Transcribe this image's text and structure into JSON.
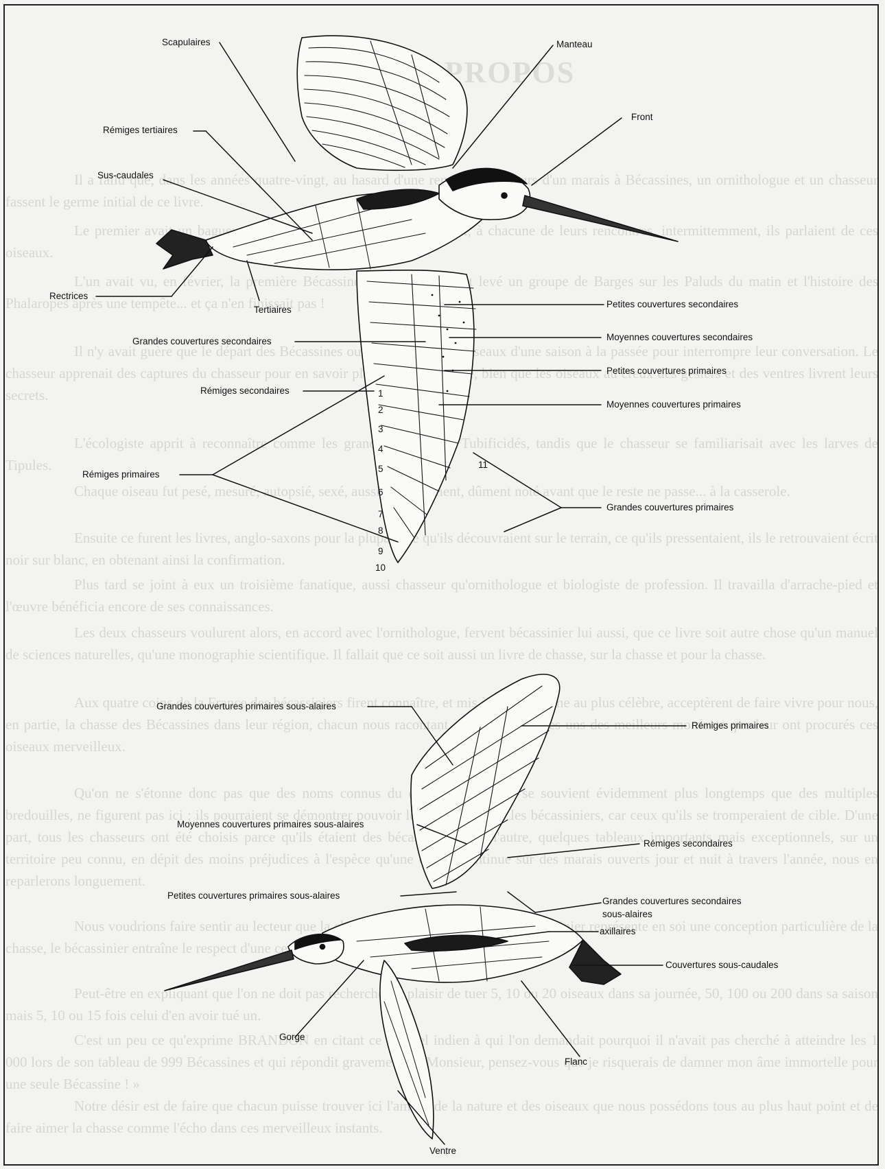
{
  "background_text": {
    "title": "AVANT-PROPOS",
    "paragraphs": [
      "Il a fallu que, dans les années quatre-vingt, au hasard d'une rencontre au cours d'un marais à Bécassines, un ornithologue et un chasseur fassent le germe initial de ce livre.",
      "Le premier avait un bagueur haut-savoyard, de la même année, et, à chacune de leurs rencontres, intermittemment, ils parlaient de ces oiseaux.",
      "L'un avait vu, en février, la première Bécassine bêler, l'autre avait levé un groupe de Barges sur les Paluds du matin et l'histoire des Phalaropes après une tempête... et ça n'en finissait pas !",
      "Il n'y avait guère que le départ des Bécassines ou l'arrivée des Bécasseaux d'une saison à la passée pour interrompre leur conversation. Le chasseur apprenait des captures du chasseur pour en savoir plus sur la Bécassine, bien que les oiseaux au creux des gésiers et des ventres livrent leurs secrets.",
      "L'écologiste apprit à reconnaître comme les grandes masses de Tubificidés, tandis que le chasseur se familiarisait avec les larves de Tipules.",
      "Chaque oiseau fut pesé, mesuré, autopsié, sexé, aussi promptement, dûment noté avant que le reste ne passe... à la casserole.",
      "Ensuite ce furent les livres, anglo-saxons pour la plupart, ce qu'ils découvraient sur le terrain, ce qu'ils pressentaient, ils le retrouvaient écrit noir sur blanc, en obtenant ainsi la confirmation.",
      "Plus tard se joint à eux un troisième fanatique, aussi chasseur qu'ornithologue et biologiste de profession. Il travailla d'arrache-pied et l'œuvre bénéficia encore de ses connaissances.",
      "Les deux chasseurs voulurent alors, en accord avec l'ornithologue, fervent bécassinier lui aussi, que ce livre soit autre chose qu'un manuel de sciences naturelles, qu'une monographie scientifique. Il fallait que ce soit aussi un livre de chasse, sur la chasse et pour la chasse.",
      "Aux quatre coins de la France des bécassiniers firent connaître, et mis à part anonyme au plus célèbre, acceptèrent de faire vivre pour nous, en partie, la chasse des Bécassines dans leur région, chacun nous racontant en prime quelques-uns des meilleurs moments que leur ont procurés ces oiseaux merveilleux.",
      "Qu'on ne s'étonne donc pas que des noms connus du commun, dont on se souvient évidemment plus longtemps que des multiples bredouilles, ne figurent pas ici ; ils pourraient se démontrer pouvoir les utiliser contre les bécassiniers, car ceux qu'ils se tromperaient de cible. D'une part, tous les chasseurs ont été choisis parce qu'ils étaient des bécassiniers ; de l'autre, quelques tableaux importants mais exceptionnels, sur un territoire peu connu, en dépit des moins préjudices à l'espèce qu'une chasse continue sur des marais ouverts jour et nuit à travers l'année, nous en reparlerons longuement.",
      "Nous voudrions faire sentir au lecteur que la chasse que, comme le fait d'être bécassinier représente en soi une conception particulière de la chasse, le bécassinier entraîne le respect d'une certaine éthique. Comment la définir ?",
      "Peut-être en expliquant que l'on ne doit pas rechercher le plaisir de tuer 5, 10 ou 20 oiseaux dans sa journée, 50, 100 ou 200 dans sa saison mais 5, 10 ou 15 fois celui d'en avoir tué un.",
      "C'est un peu ce qu'exprime BRANDON en citant ce colonel indien à qui l'on demandait pourquoi il n'avait pas cherché à atteindre les 1 000 lors de son tableau de 999 Bécassines et qui répondit gravement : « Monsieur, pensez-vous que je risquerais de damner mon âme immortelle pour une seule Bécassine ! »",
      "Notre désir est de faire que chacun puisse trouver ici l'amour de la nature et des oiseaux que nous possédons tous au plus haut point et de faire aimer la chasse comme l'écho dans ces merveilleux instants."
    ]
  },
  "upper_view": {
    "labels": {
      "scapulaires": "Scapulaires",
      "manteau": "Manteau",
      "remiges_tertiaires": "Rémiges tertiaires",
      "front": "Front",
      "sus_caudales": "Sus-caudales",
      "rectrices": "Rectrices",
      "tertiaires": "Tertiaires",
      "petites_couv_secondaires": "Petites couvertures secondaires",
      "grandes_couv_secondaires": "Grandes couvertures secondaires",
      "moyennes_couv_secondaires": "Moyennes couvertures secondaires",
      "petites_couv_primaires": "Petites couvertures primaires",
      "remiges_secondaires": "Rémiges secondaires",
      "moyennes_couv_primaires": "Moyennes couvertures primaires",
      "remiges_primaires": "Rémiges primaires",
      "grandes_couv_primaires": "Grandes couvertures primaires"
    },
    "feather_numbers": [
      "1",
      "2",
      "3",
      "4",
      "5",
      "6",
      "7",
      "8",
      "9",
      "10",
      "11"
    ]
  },
  "lower_view": {
    "labels": {
      "grandes_couv_primaires_sous_alaires": "Grandes couvertures primaires sous-alaires",
      "remiges_primaires": "Rémiges primaires",
      "moyennes_couv_primaires_sous_alaires": "Moyennes couvertures primaires sous-alaires",
      "remiges_secondaires": "Rémiges secondaires",
      "petites_couv_primaires_sous_alaires": "Petites couvertures primaires sous-alaires",
      "grandes_couv_secondaires_sous_alaires_1": "Grandes couvertures secondaires",
      "grandes_couv_secondaires_sous_alaires_2": "sous-alaires",
      "axillaires": "axillaires",
      "couvertures_sous_caudales": "Couvertures sous-caudales",
      "gorge": "Gorge",
      "flanc": "Flanc",
      "ventre": "Ventre"
    }
  }
}
